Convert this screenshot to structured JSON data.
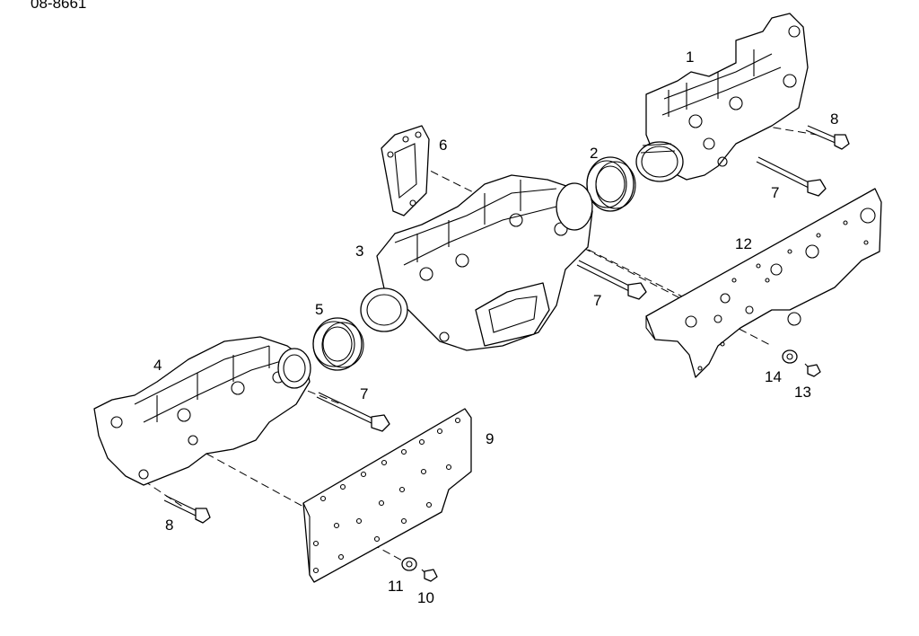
{
  "drawing": {
    "ref_id": "08-8661"
  },
  "callouts": [
    {
      "key": "c1",
      "label": "1"
    },
    {
      "key": "c2",
      "label": "2"
    },
    {
      "key": "c3",
      "label": "3"
    },
    {
      "key": "c4",
      "label": "4"
    },
    {
      "key": "c5",
      "label": "5"
    },
    {
      "key": "c6",
      "label": "6"
    },
    {
      "key": "c7a",
      "label": "7"
    },
    {
      "key": "c7b",
      "label": "7"
    },
    {
      "key": "c7c",
      "label": "7"
    },
    {
      "key": "c8a",
      "label": "8"
    },
    {
      "key": "c8b",
      "label": "8"
    },
    {
      "key": "c9",
      "label": "9"
    },
    {
      "key": "c10",
      "label": "10"
    },
    {
      "key": "c11",
      "label": "11"
    },
    {
      "key": "c12",
      "label": "12"
    },
    {
      "key": "c13",
      "label": "13"
    },
    {
      "key": "c14",
      "label": "14"
    }
  ]
}
